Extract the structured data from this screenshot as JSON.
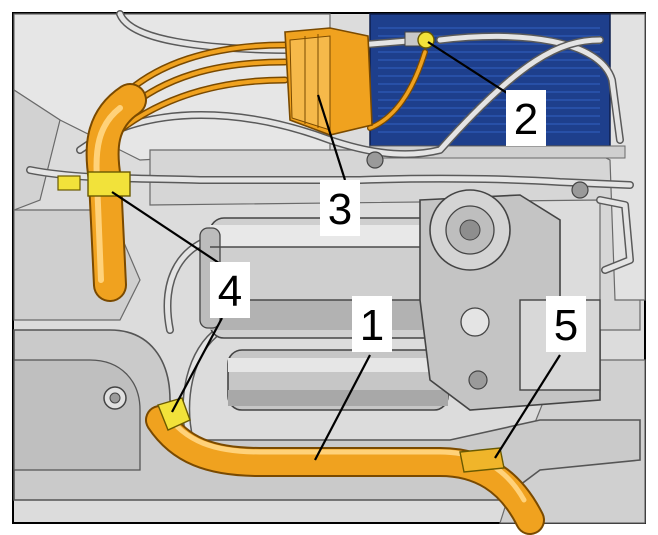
{
  "callouts": [
    {
      "id": "1",
      "label": "1"
    },
    {
      "id": "2",
      "label": "2"
    },
    {
      "id": "3",
      "label": "3"
    },
    {
      "id": "4",
      "label": "4"
    },
    {
      "id": "5",
      "label": "5"
    }
  ],
  "colors": {
    "hose": "#f0a21f",
    "hose_dark": "#7a4a00",
    "connector": "#f0a21f",
    "clip": "#f2e23a",
    "ecu_panel": "#1e3f8c",
    "metal_light": "#e4e4e4",
    "metal_mid": "#c8c8c8",
    "line": "#4a4a4a"
  }
}
